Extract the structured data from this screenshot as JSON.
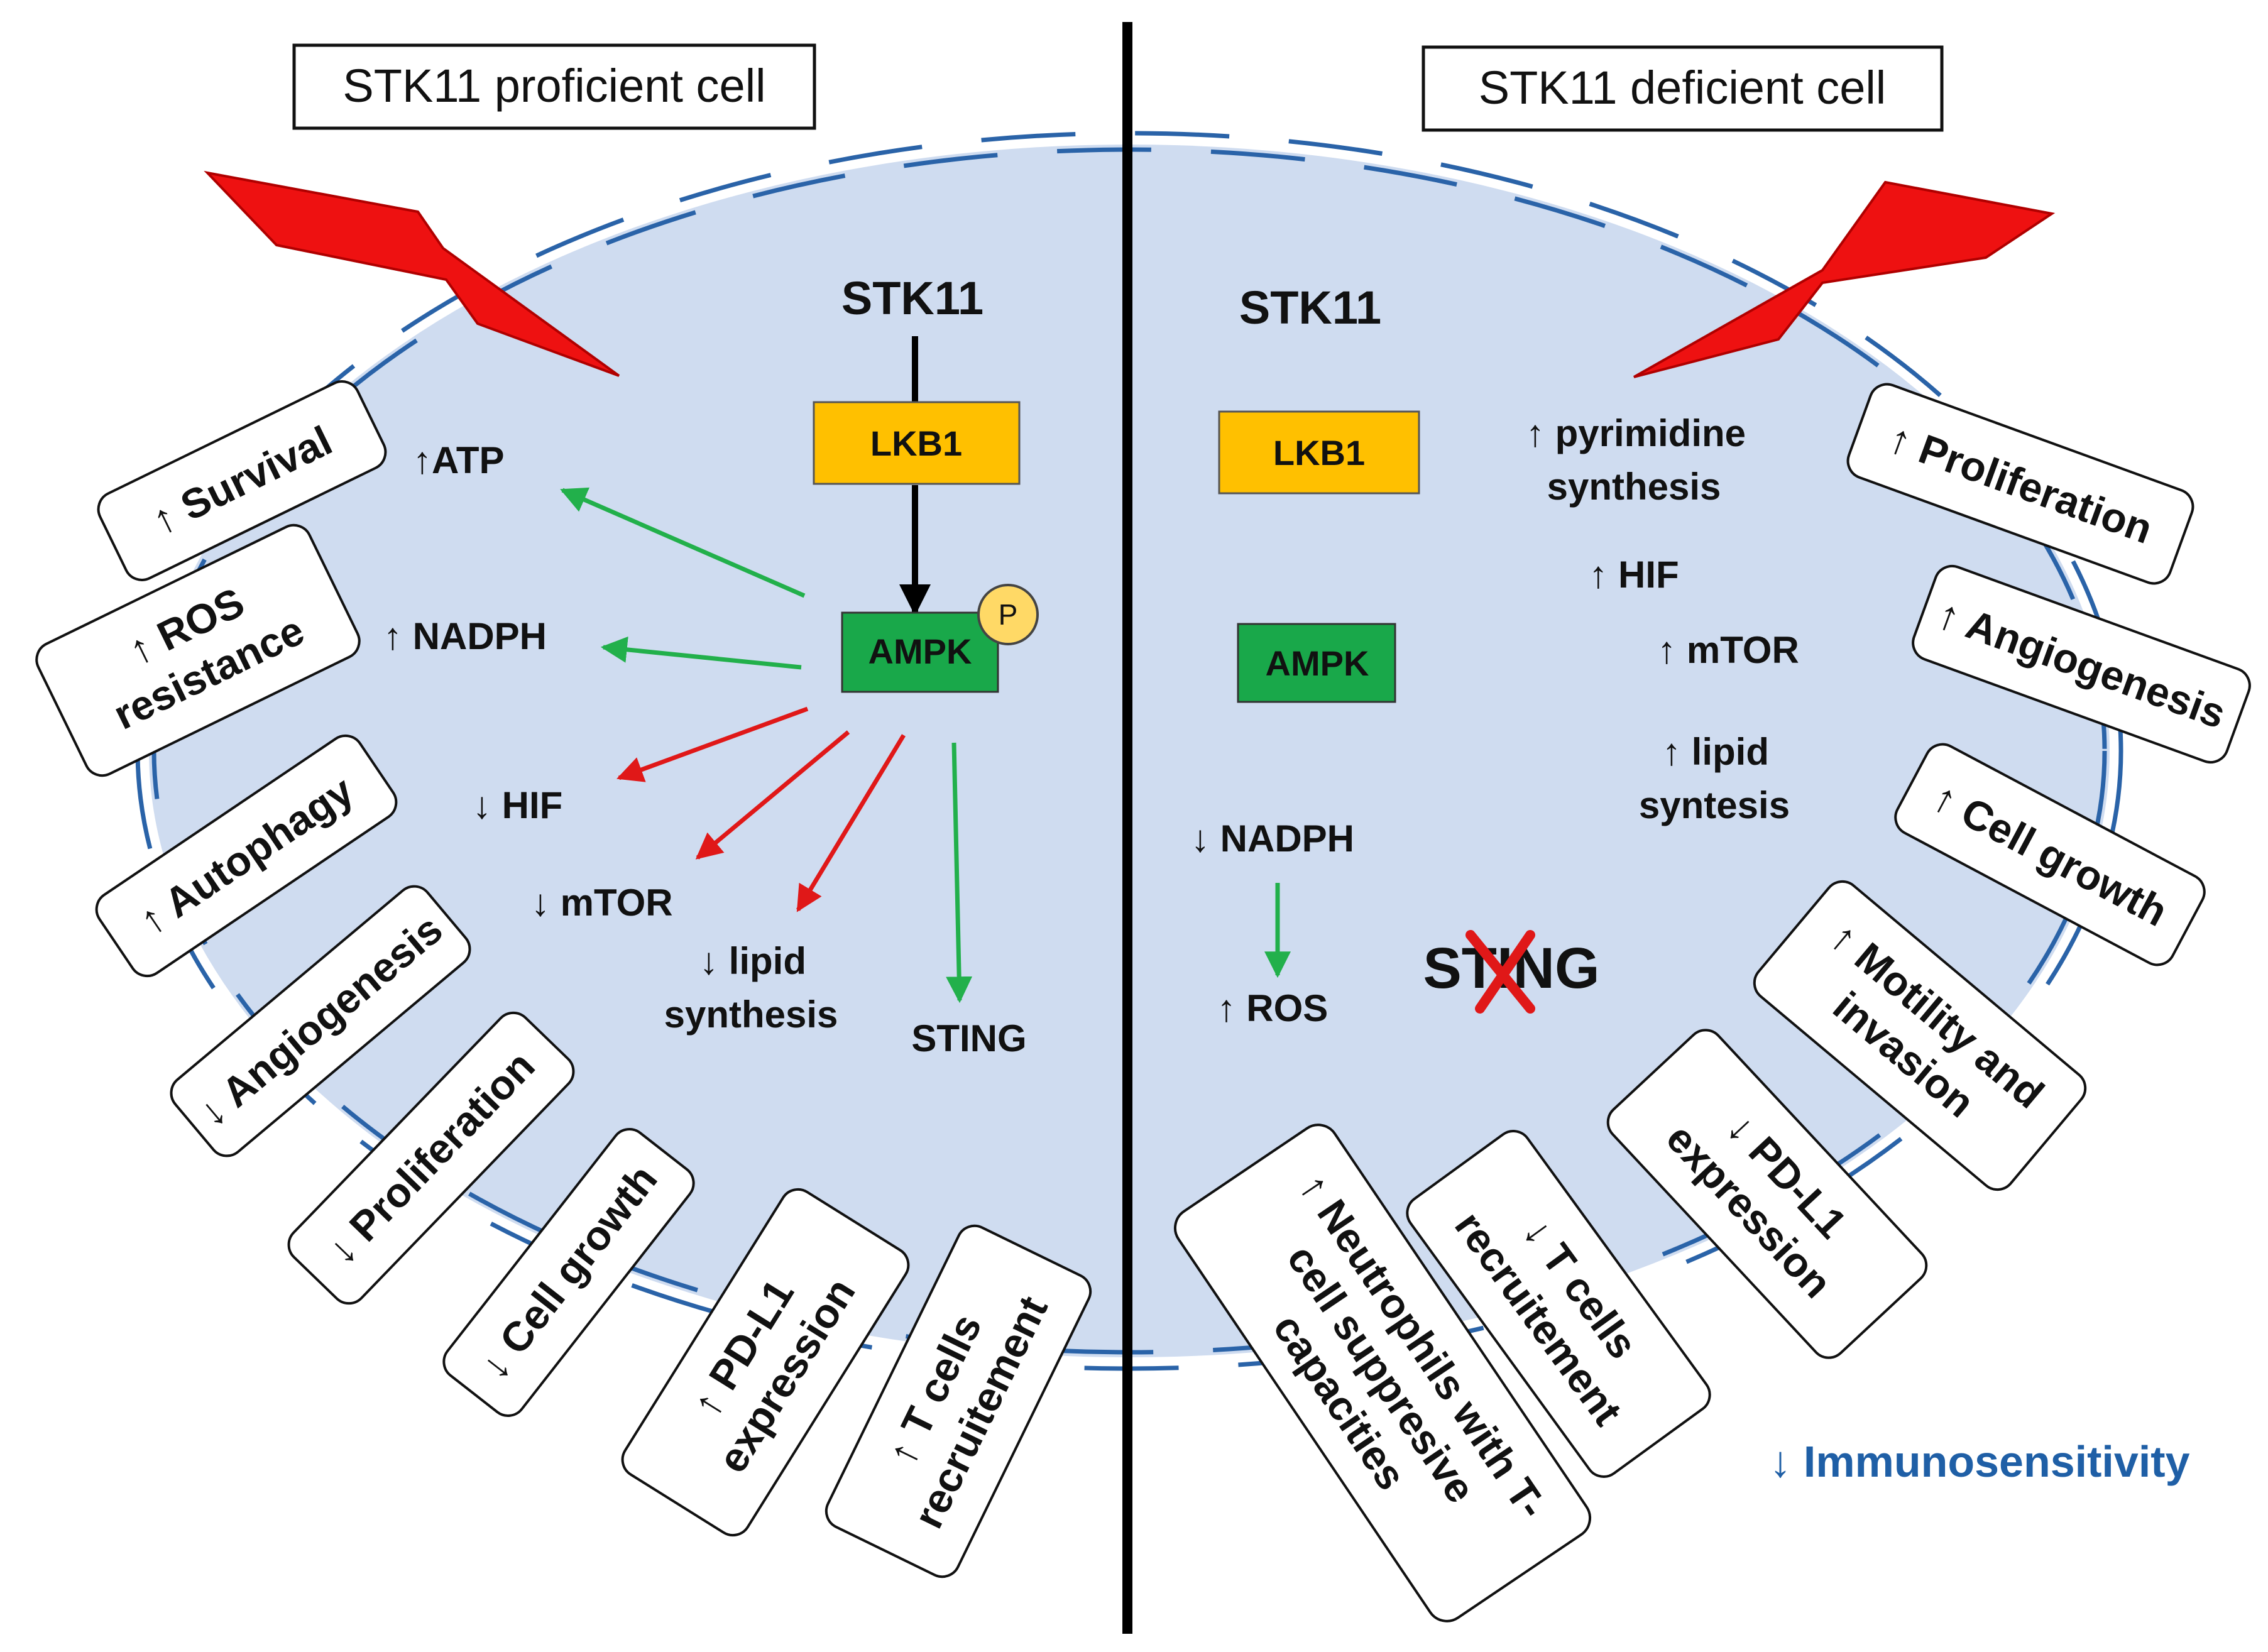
{
  "colors": {
    "cell_fill": "#cfdcf0",
    "membrane": "#2a63a8",
    "lkb1": "#ffc000",
    "ampk": "#19a84a",
    "phospho": "#ffd966",
    "activating_arrow": "#22b04b",
    "inhibiting_arrow": "#e01818",
    "bolt": "#ee1111",
    "cross": "#e01818",
    "immuno_text": "#1f5fa6"
  },
  "left_panel": {
    "title": "STK11 proficient cell",
    "gene": "STK11",
    "lkb1": "LKB1",
    "ampk": "AMPK",
    "phospho": "P",
    "effects": {
      "atp": "↑ATP",
      "nadph": "↑ NADPH",
      "hif": "↓ HIF",
      "mtor": "↓ mTOR",
      "lipid_1": "↓ lipid",
      "lipid_2": "synthesis",
      "sting": "STING"
    },
    "outcomes": {
      "survival": "↑ Survival",
      "ros_1": "↑ ROS",
      "ros_2": "resistance",
      "autophagy": "↑ Autophagy",
      "angiogenesis": "↓ Angiogenesis",
      "proliferation": "↓ Proliferation",
      "cell_growth": "↓ Cell growth",
      "pdl1_1": "↑ PD-L1",
      "pdl1_2": "expression",
      "tcells_1": "↑ T cells",
      "tcells_2": "recruitement"
    }
  },
  "right_panel": {
    "title": "STK11 deficient cell",
    "gene": "STK11",
    "lkb1": "LKB1",
    "ampk": "AMPK",
    "effects": {
      "pyrimidine_1": "↑ pyrimidine",
      "pyrimidine_2": "synthesis",
      "hif": "↑ HIF",
      "mtor": "↑ mTOR",
      "lipid_1": "↑ lipid",
      "lipid_2": "syntesis",
      "nadph": "↓ NADPH",
      "ros": "↑ ROS",
      "sting": "STING"
    },
    "outcomes": {
      "proliferation": "↑ Proliferation",
      "angiogenesis": "↑ Angiogenesis",
      "cell_growth": "↑ Cell growth",
      "motility_1": "↑ Motility and",
      "motility_2": "invasion",
      "pdl1_1": "↓ PD-L1",
      "pdl1_2": "expression",
      "tcells_1": "↓ T cells",
      "tcells_2": "recruitement",
      "neutro_1": "↑ Neutrophils with T-",
      "neutro_2": "cell suppresive",
      "neutro_3": "capacities"
    },
    "immunosensitivity": "↓ Immunosensitivity"
  }
}
